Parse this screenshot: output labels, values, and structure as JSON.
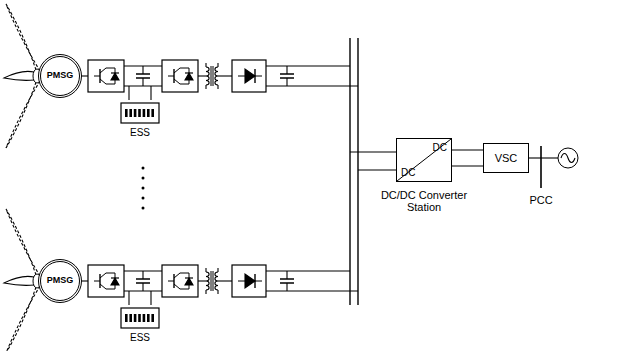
{
  "diagram": {
    "nodes": [
      {
        "text": [
          "PMSG"
        ]
      },
      {
        "text": [
          "ESS"
        ]
      },
      {
        "text": [
          "PMSG"
        ]
      },
      {
        "text": [
          "ESS"
        ]
      },
      {
        "text": [
          "DC",
          "DC",
          "DC/DC Converter Station"
        ]
      },
      {
        "text": [
          "VSC"
        ]
      }
    ],
    "edges": [
      {
        "from": 4,
        "to": 5,
        "arrow": "none"
      }
    ],
    "labels": [
      "PCC"
    ]
  }
}
